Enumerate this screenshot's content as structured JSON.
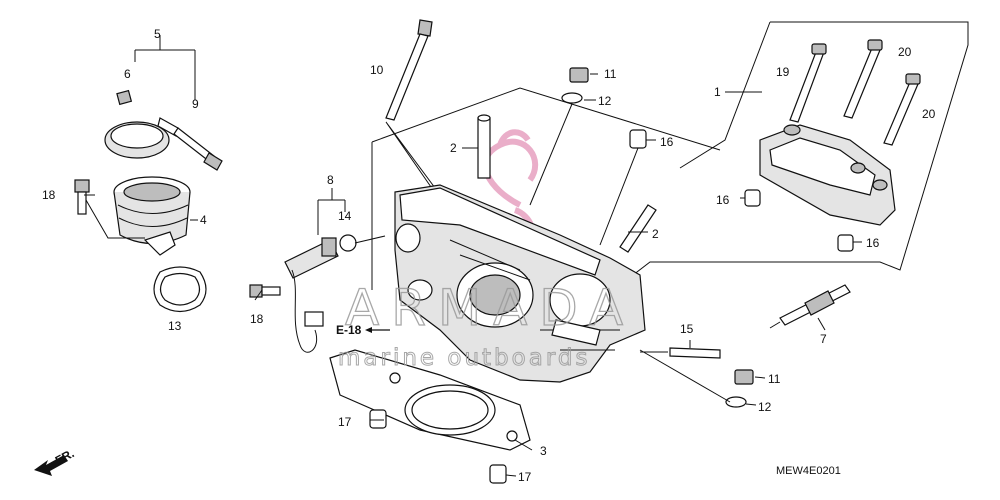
{
  "diagram": {
    "callouts": [
      {
        "id": "c1",
        "text": "1"
      },
      {
        "id": "c2a",
        "text": "2"
      },
      {
        "id": "c2b",
        "text": "2"
      },
      {
        "id": "c3",
        "text": "3"
      },
      {
        "id": "c4",
        "text": "4"
      },
      {
        "id": "c5",
        "text": "5"
      },
      {
        "id": "c6",
        "text": "6"
      },
      {
        "id": "c7",
        "text": "7"
      },
      {
        "id": "c8",
        "text": "8"
      },
      {
        "id": "c9",
        "text": "9"
      },
      {
        "id": "c10",
        "text": "10"
      },
      {
        "id": "c11a",
        "text": "11"
      },
      {
        "id": "c11b",
        "text": "11"
      },
      {
        "id": "c12a",
        "text": "12"
      },
      {
        "id": "c12b",
        "text": "12"
      },
      {
        "id": "c13",
        "text": "13"
      },
      {
        "id": "c14",
        "text": "14"
      },
      {
        "id": "c15",
        "text": "15"
      },
      {
        "id": "c16a",
        "text": "16"
      },
      {
        "id": "c16b",
        "text": "16"
      },
      {
        "id": "c16c",
        "text": "16"
      },
      {
        "id": "c17a",
        "text": "17"
      },
      {
        "id": "c17b",
        "text": "17"
      },
      {
        "id": "c18a",
        "text": "18"
      },
      {
        "id": "c18b",
        "text": "18"
      },
      {
        "id": "c19",
        "text": "19"
      },
      {
        "id": "c20a",
        "text": "20"
      },
      {
        "id": "c20b",
        "text": "20"
      }
    ],
    "reference": "E-18",
    "front_label": "FR.",
    "part_code": "MEW4E0201"
  },
  "watermark": {
    "brand": "ARMADA",
    "tagline": "marine outboards",
    "logo_color": "#e8a6c4"
  }
}
